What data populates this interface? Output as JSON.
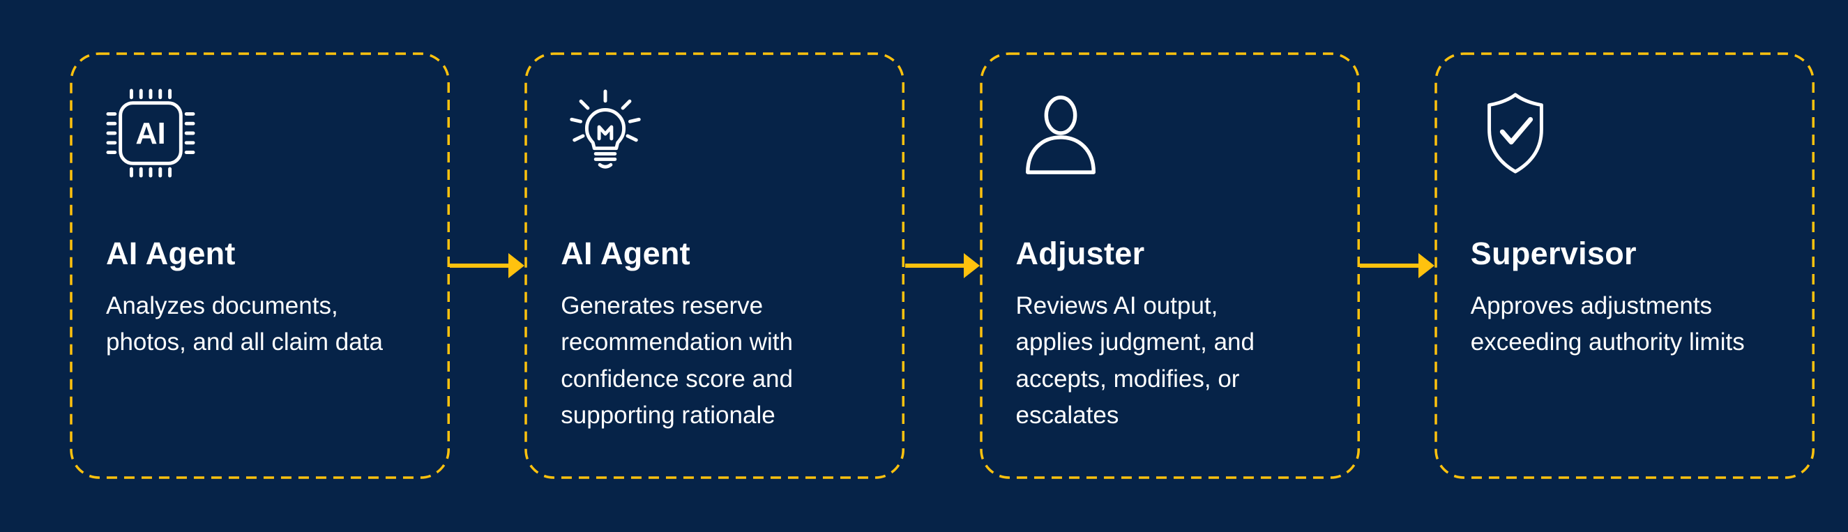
{
  "diagram": {
    "kind": "workflow-flowchart",
    "background_color": "#062348",
    "accent_color": "#FFC20E",
    "text_color": "#FFFFFF",
    "cards": [
      {
        "icon": "ai-chip-icon",
        "icon_label": "AI",
        "title": "AI Agent",
        "description": "Analyzes documents,\nphotos, and all claim data"
      },
      {
        "icon": "lightbulb-icon",
        "title": "AI Agent",
        "description": "Generates reserve\nrecommendation with\nconfidence score and\nsupporting rationale"
      },
      {
        "icon": "person-icon",
        "title": "Adjuster",
        "description": "Reviews AI output,\napplies judgment, and\naccepts, modifies, or\nescalates"
      },
      {
        "icon": "shield-check-icon",
        "title": "Supervisor",
        "description": "Approves adjustments\nexceeding authority limits"
      }
    ],
    "connectors": [
      {
        "icon": "flow-arrow-right-icon",
        "from": "AI Agent",
        "to": "AI Agent"
      },
      {
        "icon": "flow-arrow-right-icon",
        "from": "AI Agent",
        "to": "Adjuster"
      },
      {
        "icon": "flow-arrow-right-icon",
        "from": "Adjuster",
        "to": "Supervisor"
      }
    ]
  }
}
